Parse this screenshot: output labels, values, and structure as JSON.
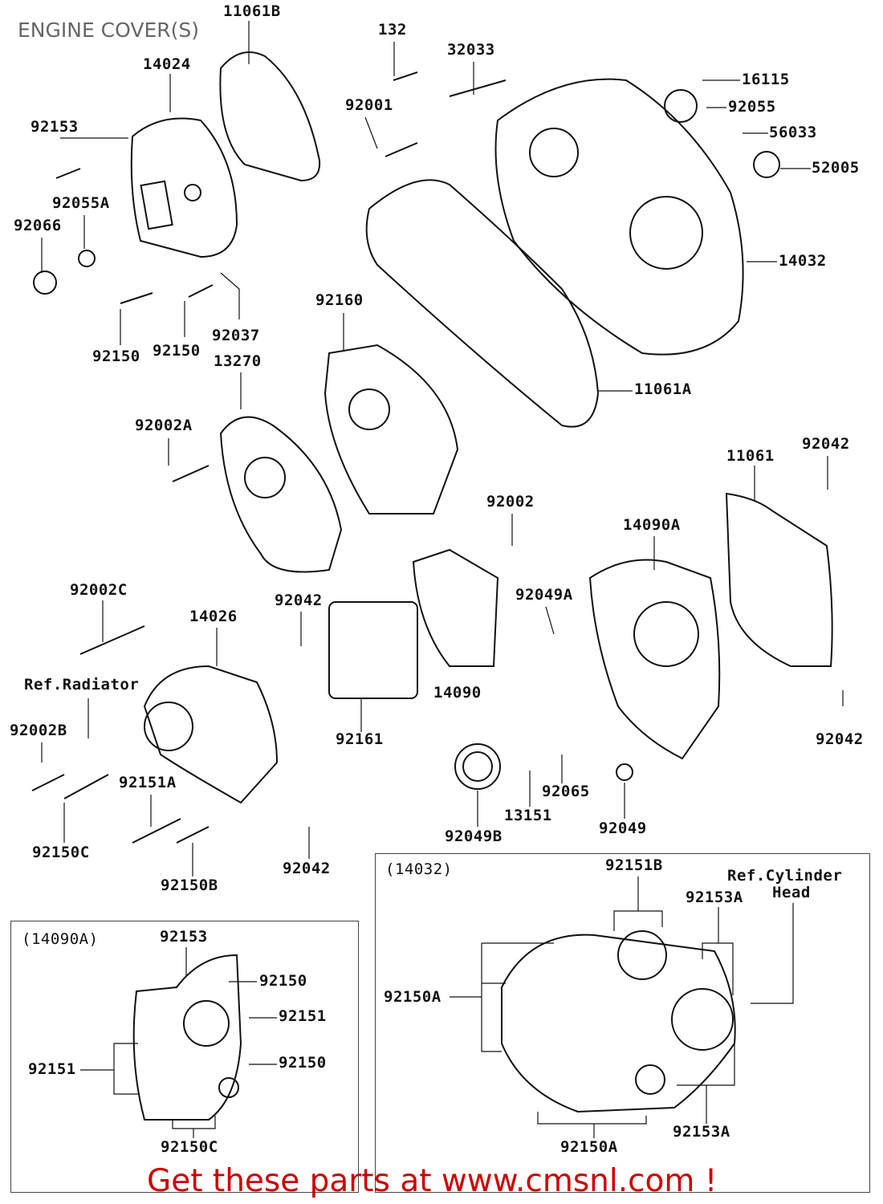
{
  "title": "ENGINE COVER(S)",
  "footer": "Get these parts at www.cmsnl.com !",
  "colors": {
    "footer": "#cc0000",
    "title": "#666666",
    "lines": "#111111"
  },
  "labels": [
    "11061B",
    "14024",
    "132",
    "32033",
    "16115",
    "92055",
    "56033",
    "52005",
    "92153",
    "92001",
    "92055A",
    "92066",
    "14032",
    "92160",
    "92037",
    "92150",
    "92150",
    "13270",
    "11061A",
    "92002A",
    "11061",
    "92042",
    "92002",
    "14090A",
    "92002C",
    "92042",
    "92049A",
    "14026",
    "Ref.Radiator",
    "14090",
    "92002B",
    "92161",
    "92042",
    "92151A",
    "92065",
    "13151",
    "92049",
    "92049B",
    "92150C",
    "92042",
    "92150B"
  ],
  "inset_14032": {
    "heading": "(14032)",
    "labels": [
      "92151B",
      "Ref.Cylinder",
      "Head",
      "92153A",
      "92150A",
      "92153A",
      "92150A"
    ]
  },
  "inset_14090A": {
    "heading": "(14090A)",
    "labels": [
      "92153",
      "92150",
      "92151",
      "92150",
      "92151",
      "92150C"
    ]
  }
}
